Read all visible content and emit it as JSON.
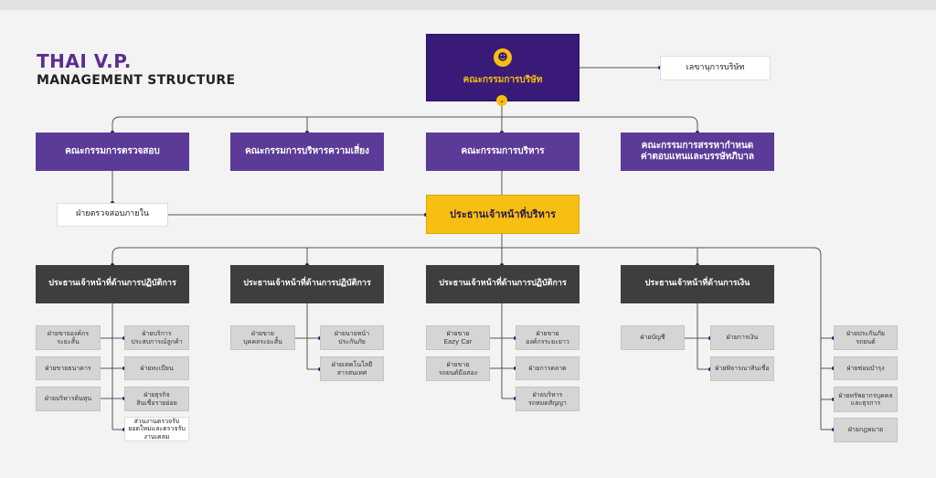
{
  "header": {
    "company": "THAI V.P.",
    "subtitle": "MANAGEMENT STRUCTURE"
  },
  "colors": {
    "purple": "#5b3b97",
    "board": "#3a1a78",
    "yellow": "#f7bf12",
    "dark": "#3e3e3e",
    "grey": "#d5d5d5"
  },
  "board": {
    "label": "คณะกรรมการบริษัท",
    "icon": "person-icon"
  },
  "secretary": "เลขานุการบริษัท",
  "committees": {
    "audit": "คณะกรรมการตรวจสอบ",
    "risk": "คณะกรรมการบริหารความเสี่ยง",
    "executive": "คณะกรรมการบริหาร",
    "nomination_line1": "คณะกรรมการสรรหากำหนด",
    "nomination_line2": "ค่าตอบแทนและบรรษัทภิบาล"
  },
  "internal_audit": "ฝ่ายตรวจสอบภายใน",
  "ceo": "ประธานเจ้าหน้าที่บริหาร",
  "officers": {
    "ops1": "ประธานเจ้าหน้าที่ด้านการปฏิบัติการ",
    "ops2": "ประธานเจ้าหน้าที่ด้านการปฏิบัติการ",
    "ops3": "ประธานเจ้าหน้าที่ด้านการปฏิบัติการ",
    "finance": "ประธานเจ้าหน้าที่ด้านการเงิน"
  },
  "departments": {
    "g1_l1_a": "ฝ่ายขายองค์กร",
    "g1_l1_b": "ระยะสั้น",
    "g1_l2": "ฝ่ายขายธนาคาร",
    "g1_l3": "ฝ่ายบริหารต้นทุน",
    "g1_r1_a": "ฝ่ายบริการ",
    "g1_r1_b": "ประสบการณ์ลูกค้า",
    "g1_r2": "ฝ่ายทะเบียน",
    "g1_r3_a": "ฝ่ายธุรกิจ",
    "g1_r3_b": "สินเชื่อรายย่อย",
    "g1_r4_a": "ส่วนงานตรวจรับ",
    "g1_r4_b": "ยอดใหม่และตรวจรับ",
    "g1_r4_c": "งานเคลม",
    "g2_l1_a": "ฝ่ายขาย",
    "g2_l1_b": "บุคคลระยะสั้น",
    "g2_r1_a": "ฝ่ายนายหน้า",
    "g2_r1_b": "ประกันภัย",
    "g2_r2_a": "ฝ่ายเทคโนโลยี",
    "g2_r2_b": "สารสนเทศ",
    "g3_l1_a": "ฝ่ายขาย",
    "g3_l1_b": "Eazy Car",
    "g3_l2_a": "ฝ่ายขาย",
    "g3_l2_b": "รถยนต์มือสอง",
    "g3_r1_a": "ฝ่ายขาย",
    "g3_r1_b": "องค์กรระยะยาว",
    "g3_r2": "ฝ่ายการตลาด",
    "g3_r3_a": "ฝ่ายบริหาร",
    "g3_r3_b": "รถหมดสัญญา",
    "g4_l1": "ฝ่ายบัญชี",
    "g4_r1": "ฝ่ายการเงิน",
    "g4_r2": "ฝ่ายพิจารณาสินเชื่อ",
    "g5_1_a": "ฝ่ายประกันภัย",
    "g5_1_b": "รถยนต์",
    "g5_2": "ฝ่ายซ่อมบำรุง",
    "g5_3_a": "ฝ่ายทรัพยากรบุคคล",
    "g5_3_b": "และธุรการ",
    "g5_4": "ฝ่ายกฎหมาย"
  }
}
